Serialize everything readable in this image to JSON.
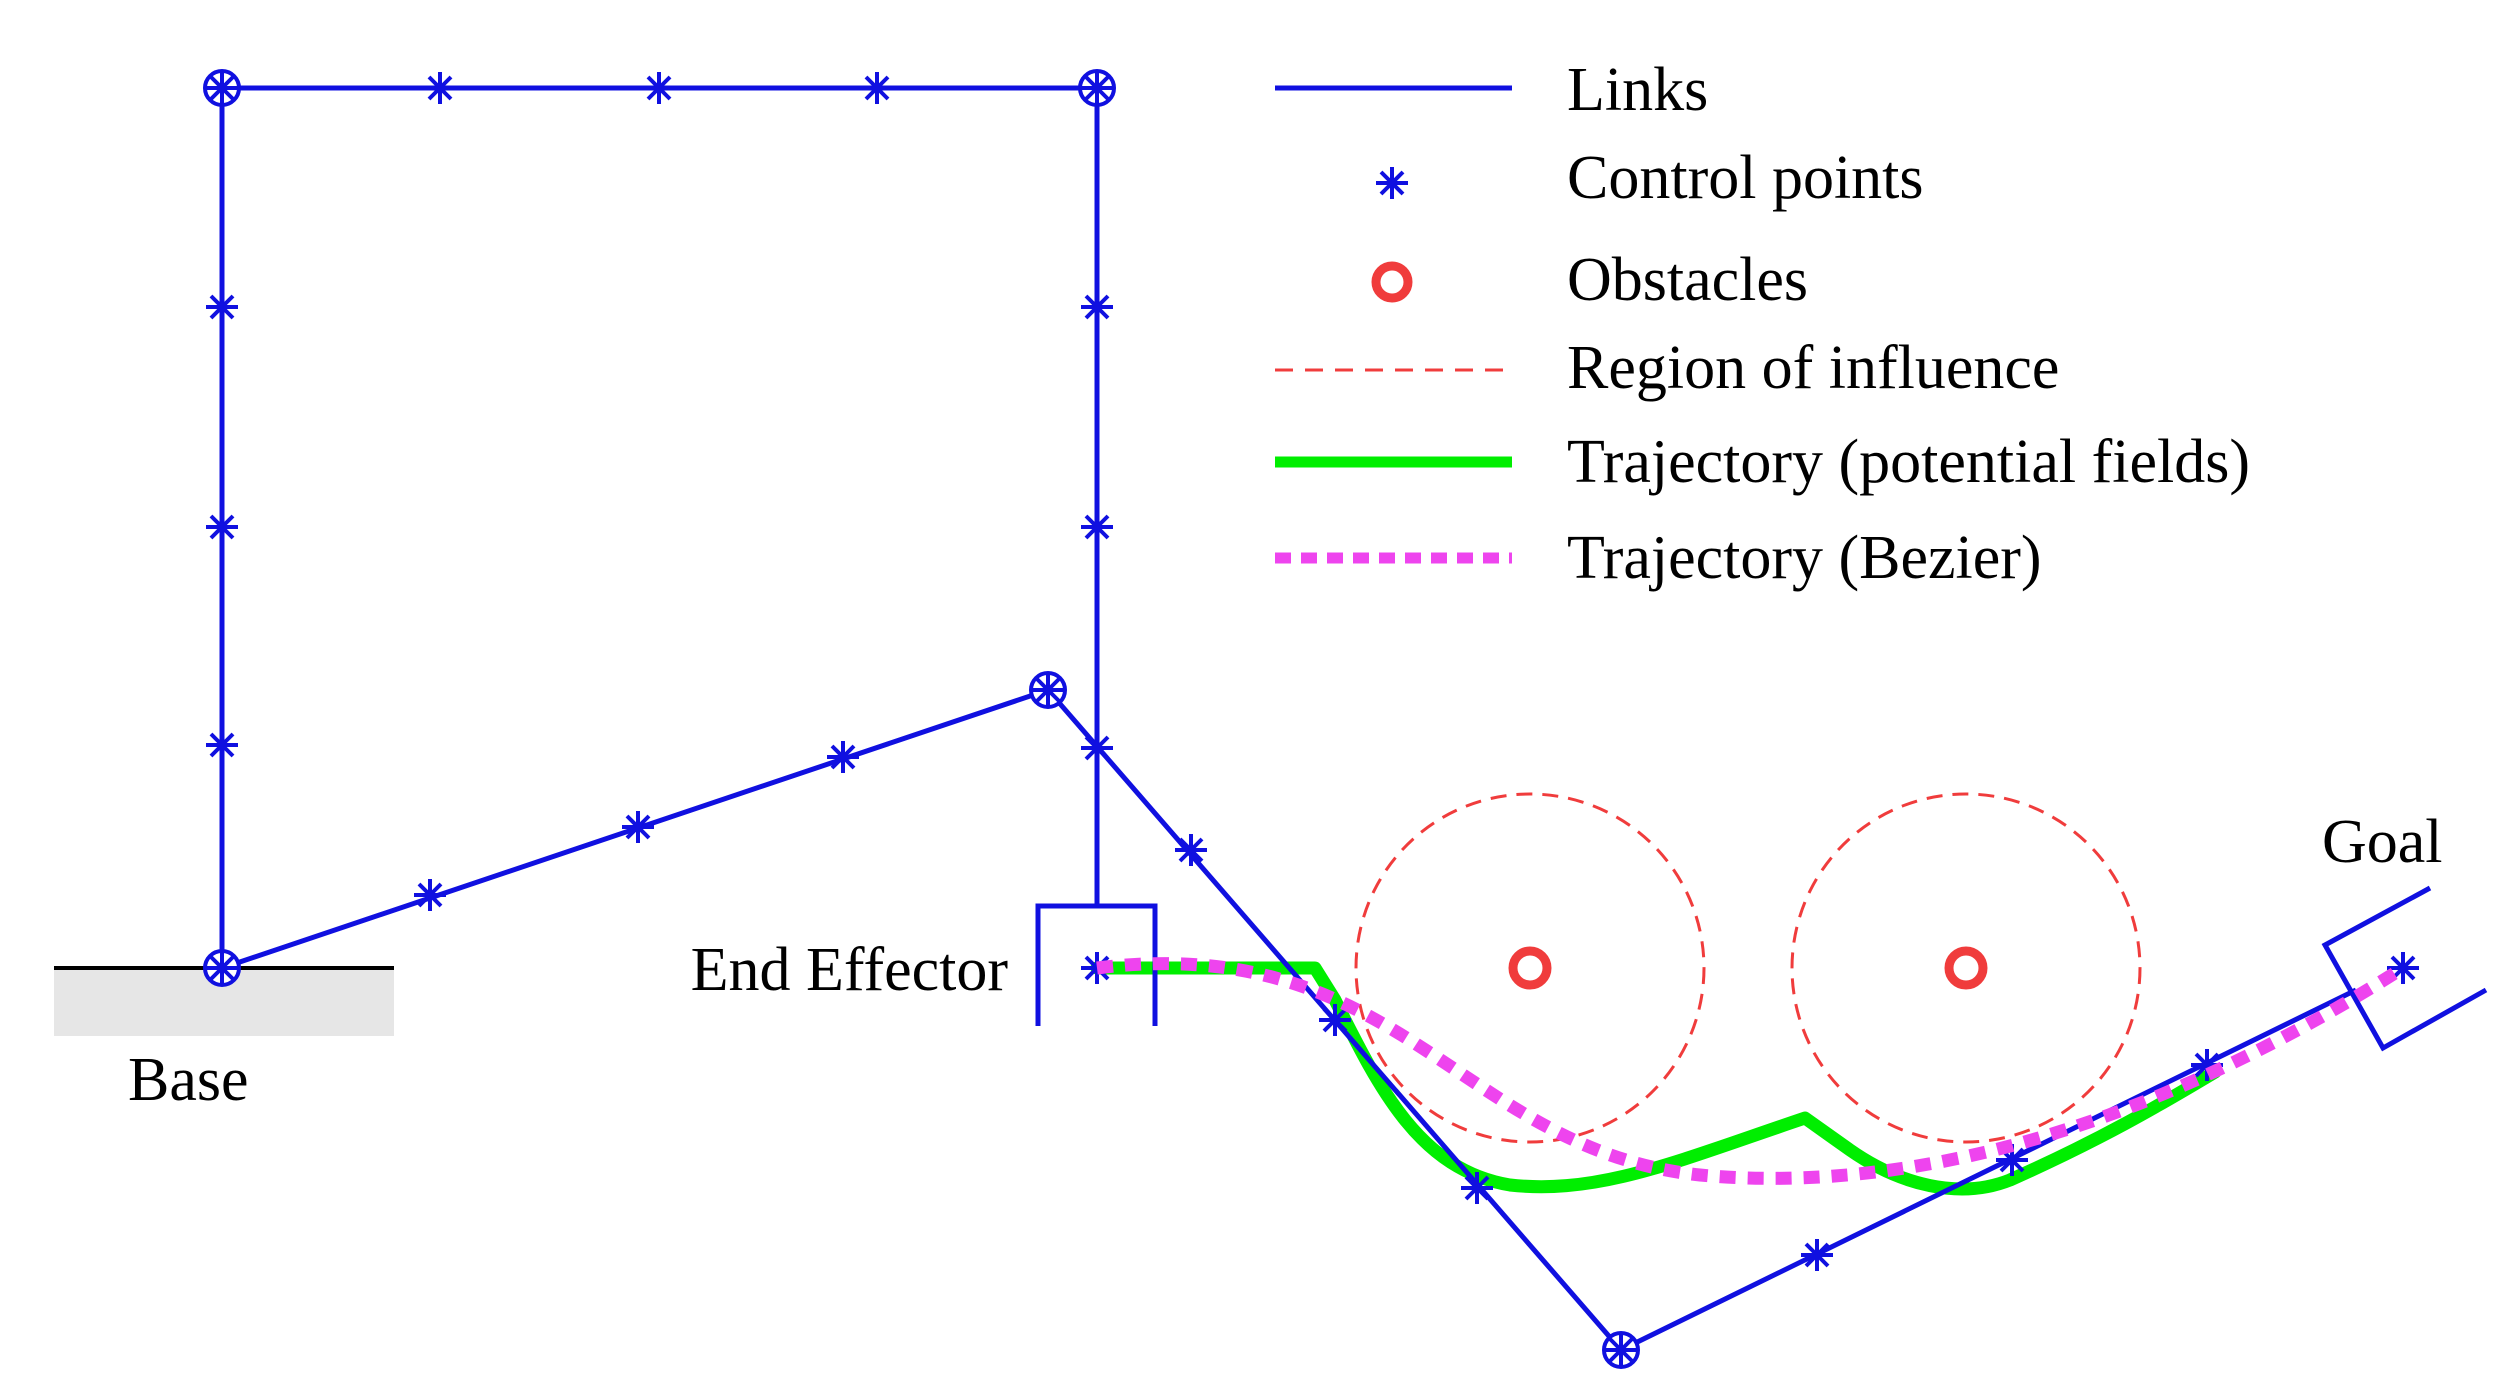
{
  "labels": {
    "base": "Base",
    "end_effector": "End Effector",
    "goal": "Goal"
  },
  "legend": [
    {
      "id": "links",
      "label": "Links",
      "style": "solid-line",
      "color": "#1010e0"
    },
    {
      "id": "control-points",
      "label": "Control points",
      "style": "asterisk",
      "color": "#1010e0"
    },
    {
      "id": "obstacles",
      "label": "Obstacles",
      "style": "circle",
      "color": "#f03c3c"
    },
    {
      "id": "region",
      "label": "Region of influence",
      "style": "dashed-line",
      "color": "#f03c3c"
    },
    {
      "id": "traj-pf",
      "label": "Trajectory (potential fields)",
      "style": "thick-line",
      "color": "#00ee00"
    },
    {
      "id": "traj-bezier",
      "label": "Trajectory (Bezier)",
      "style": "dotted-line",
      "color": "#ee44ee"
    }
  ],
  "colors": {
    "links": "#1010e0",
    "obstacles": "#f03c3c",
    "region": "#f03c3c",
    "traj_pf": "#00ee00",
    "traj_bezier": "#ee44ee",
    "ground": "#e6e6e6"
  },
  "icons": {
    "joint": "circled-asterisk-icon",
    "control_point": "asterisk-icon",
    "obstacle": "circle-icon"
  }
}
